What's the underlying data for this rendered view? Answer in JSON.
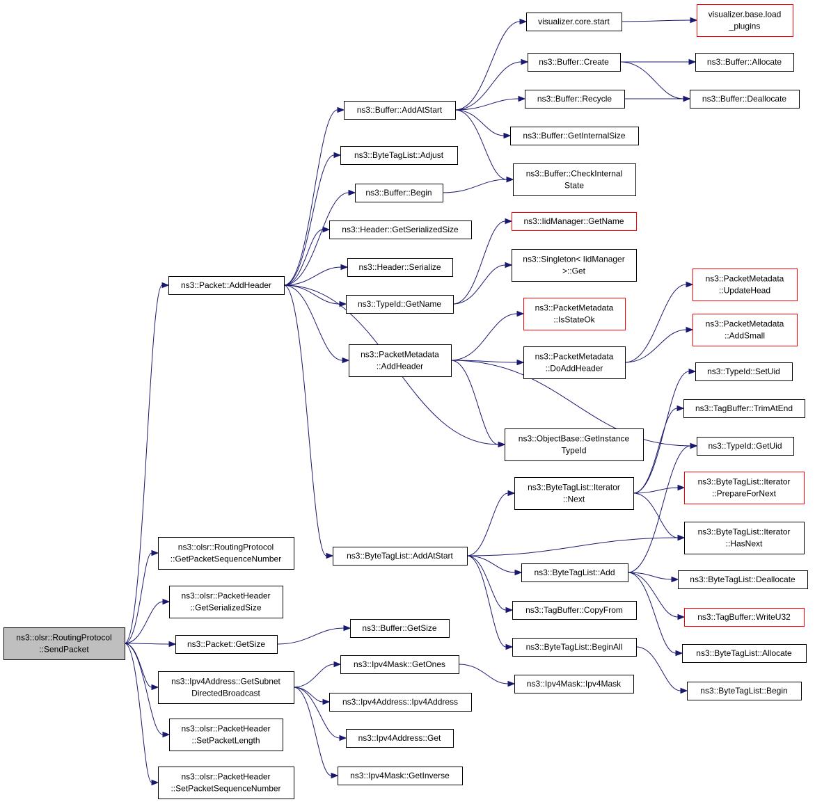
{
  "diagram": {
    "type": "call-graph",
    "colors": {
      "edge": "#191970",
      "root_fill": "#bfbfbf",
      "external_border": "#ff0000",
      "node_border": "#000000"
    },
    "nodes": [
      {
        "id": "sendpacket",
        "lines": [
          "ns3::olsr::RoutingProtocol",
          "::SendPacket"
        ],
        "style": "root"
      },
      {
        "id": "addheader",
        "lines": [
          "ns3::Packet::AddHeader"
        ]
      },
      {
        "id": "getpktseq",
        "lines": [
          "ns3::olsr::RoutingProtocol",
          "::GetPacketSequenceNumber"
        ]
      },
      {
        "id": "ph_getser",
        "lines": [
          "ns3::olsr::PacketHeader",
          "::GetSerializedSize"
        ]
      },
      {
        "id": "pkt_getsize",
        "lines": [
          "ns3::Packet::GetSize"
        ]
      },
      {
        "id": "getsubnet",
        "lines": [
          "ns3::Ipv4Address::GetSubnet",
          "DirectedBroadcast"
        ]
      },
      {
        "id": "setpktlen",
        "lines": [
          "ns3::olsr::PacketHeader",
          "::SetPacketLength"
        ]
      },
      {
        "id": "setpktseq",
        "lines": [
          "ns3::olsr::PacketHeader",
          "::SetPacketSequenceNumber"
        ]
      },
      {
        "id": "buf_addatstart",
        "lines": [
          "ns3::Buffer::AddAtStart"
        ]
      },
      {
        "id": "btl_adjust",
        "lines": [
          "ns3::ByteTagList::Adjust"
        ]
      },
      {
        "id": "buf_begin",
        "lines": [
          "ns3::Buffer::Begin"
        ]
      },
      {
        "id": "hdr_getser",
        "lines": [
          "ns3::Header::GetSerializedSize"
        ]
      },
      {
        "id": "hdr_serialize",
        "lines": [
          "ns3::Header::Serialize"
        ]
      },
      {
        "id": "typeid_getname",
        "lines": [
          "ns3::TypeId::GetName"
        ]
      },
      {
        "id": "pm_addheader",
        "lines": [
          "ns3::PacketMetadata",
          "::AddHeader"
        ]
      },
      {
        "id": "btl_addatstart",
        "lines": [
          "ns3::ByteTagList::AddAtStart"
        ]
      },
      {
        "id": "buf_getsize",
        "lines": [
          "ns3::Buffer::GetSize"
        ]
      },
      {
        "id": "mask_getones",
        "lines": [
          "ns3::Ipv4Mask::GetOnes"
        ]
      },
      {
        "id": "ipv4addr_ctor",
        "lines": [
          "ns3::Ipv4Address::Ipv4Address"
        ]
      },
      {
        "id": "ipv4addr_get",
        "lines": [
          "ns3::Ipv4Address::Get"
        ]
      },
      {
        "id": "mask_getinverse",
        "lines": [
          "ns3::Ipv4Mask::GetInverse"
        ]
      },
      {
        "id": "viz_start",
        "lines": [
          "visualizer.core.start"
        ]
      },
      {
        "id": "buf_create",
        "lines": [
          "ns3::Buffer::Create"
        ]
      },
      {
        "id": "buf_recycle",
        "lines": [
          "ns3::Buffer::Recycle"
        ]
      },
      {
        "id": "buf_getinternal",
        "lines": [
          "ns3::Buffer::GetInternalSize"
        ]
      },
      {
        "id": "buf_checkinternal",
        "lines": [
          "ns3::Buffer::CheckInternal",
          "State"
        ]
      },
      {
        "id": "iid_getname",
        "lines": [
          "ns3::IidManager::GetName"
        ],
        "style": "external"
      },
      {
        "id": "singleton_get",
        "lines": [
          "ns3::Singleton< IidManager",
          ">::Get"
        ]
      },
      {
        "id": "pm_isstateok",
        "lines": [
          "ns3::PacketMetadata",
          "::IsStateOk"
        ],
        "style": "external"
      },
      {
        "id": "pm_doaddheader",
        "lines": [
          "ns3::PacketMetadata",
          "::DoAddHeader"
        ]
      },
      {
        "id": "ob_getinstance",
        "lines": [
          "ns3::ObjectBase::GetInstance",
          "TypeId"
        ]
      },
      {
        "id": "btl_iter_next",
        "lines": [
          "ns3::ByteTagList::Iterator",
          "::Next"
        ]
      },
      {
        "id": "btl_add",
        "lines": [
          "ns3::ByteTagList::Add"
        ]
      },
      {
        "id": "tb_copyfrom",
        "lines": [
          "ns3::TagBuffer::CopyFrom"
        ]
      },
      {
        "id": "btl_beginall",
        "lines": [
          "ns3::ByteTagList::BeginAll"
        ]
      },
      {
        "id": "mask_ctor",
        "lines": [
          "ns3::Ipv4Mask::Ipv4Mask"
        ]
      },
      {
        "id": "viz_loadplugins",
        "lines": [
          "visualizer.base.load",
          "_plugins"
        ],
        "style": "external"
      },
      {
        "id": "buf_allocate",
        "lines": [
          "ns3::Buffer::Allocate"
        ]
      },
      {
        "id": "buf_deallocate",
        "lines": [
          "ns3::Buffer::Deallocate"
        ]
      },
      {
        "id": "pm_updatehead",
        "lines": [
          "ns3::PacketMetadata",
          "::UpdateHead"
        ],
        "style": "external"
      },
      {
        "id": "pm_addsmall",
        "lines": [
          "ns3::PacketMetadata",
          "::AddSmall"
        ],
        "style": "external"
      },
      {
        "id": "typeid_setuid",
        "lines": [
          "ns3::TypeId::SetUid"
        ]
      },
      {
        "id": "tb_trimatend",
        "lines": [
          "ns3::TagBuffer::TrimAtEnd"
        ]
      },
      {
        "id": "typeid_getuid",
        "lines": [
          "ns3::TypeId::GetUid"
        ]
      },
      {
        "id": "btl_iter_prepare",
        "lines": [
          "ns3::ByteTagList::Iterator",
          "::PrepareForNext"
        ],
        "style": "external"
      },
      {
        "id": "btl_iter_hasnext",
        "lines": [
          "ns3::ByteTagList::Iterator",
          "::HasNext"
        ]
      },
      {
        "id": "btl_deallocate",
        "lines": [
          "ns3::ByteTagList::Deallocate"
        ]
      },
      {
        "id": "tb_writeu32",
        "lines": [
          "ns3::TagBuffer::WriteU32"
        ],
        "style": "external"
      },
      {
        "id": "btl_allocate",
        "lines": [
          "ns3::ByteTagList::Allocate"
        ]
      },
      {
        "id": "btl_begin",
        "lines": [
          "ns3::ByteTagList::Begin"
        ]
      }
    ],
    "edges": [
      [
        "sendpacket",
        "addheader"
      ],
      [
        "sendpacket",
        "getpktseq"
      ],
      [
        "sendpacket",
        "ph_getser"
      ],
      [
        "sendpacket",
        "pkt_getsize"
      ],
      [
        "sendpacket",
        "getsubnet"
      ],
      [
        "sendpacket",
        "setpktlen"
      ],
      [
        "sendpacket",
        "setpktseq"
      ],
      [
        "addheader",
        "buf_addatstart"
      ],
      [
        "addheader",
        "btl_adjust"
      ],
      [
        "addheader",
        "buf_begin"
      ],
      [
        "addheader",
        "hdr_getser"
      ],
      [
        "addheader",
        "hdr_serialize"
      ],
      [
        "addheader",
        "typeid_getname"
      ],
      [
        "addheader",
        "pm_addheader"
      ],
      [
        "addheader",
        "ob_getinstance"
      ],
      [
        "addheader",
        "btl_addatstart"
      ],
      [
        "buf_addatstart",
        "viz_start"
      ],
      [
        "buf_addatstart",
        "buf_create"
      ],
      [
        "buf_addatstart",
        "buf_recycle"
      ],
      [
        "buf_addatstart",
        "buf_getinternal"
      ],
      [
        "buf_addatstart",
        "buf_checkinternal"
      ],
      [
        "buf_begin",
        "buf_checkinternal"
      ],
      [
        "typeid_getname",
        "iid_getname"
      ],
      [
        "typeid_getname",
        "singleton_get"
      ],
      [
        "pm_addheader",
        "pm_isstateok"
      ],
      [
        "pm_addheader",
        "pm_doaddheader"
      ],
      [
        "pm_addheader",
        "ob_getinstance"
      ],
      [
        "pm_addheader",
        "typeid_getuid"
      ],
      [
        "pm_doaddheader",
        "pm_updatehead"
      ],
      [
        "pm_doaddheader",
        "pm_addsmall"
      ],
      [
        "viz_start",
        "viz_loadplugins"
      ],
      [
        "buf_create",
        "buf_allocate"
      ],
      [
        "buf_create",
        "buf_deallocate"
      ],
      [
        "buf_recycle",
        "buf_deallocate"
      ],
      [
        "btl_addatstart",
        "btl_iter_next"
      ],
      [
        "btl_addatstart",
        "btl_iter_hasnext"
      ],
      [
        "btl_addatstart",
        "btl_add"
      ],
      [
        "btl_addatstart",
        "tb_copyfrom"
      ],
      [
        "btl_addatstart",
        "btl_beginall"
      ],
      [
        "btl_iter_next",
        "typeid_setuid"
      ],
      [
        "btl_iter_next",
        "tb_trimatend"
      ],
      [
        "btl_iter_next",
        "btl_iter_prepare"
      ],
      [
        "btl_iter_next",
        "btl_iter_hasnext"
      ],
      [
        "btl_add",
        "typeid_getuid"
      ],
      [
        "btl_add",
        "btl_deallocate"
      ],
      [
        "btl_add",
        "tb_writeu32"
      ],
      [
        "btl_add",
        "btl_allocate"
      ],
      [
        "btl_beginall",
        "btl_begin"
      ],
      [
        "pkt_getsize",
        "buf_getsize"
      ],
      [
        "getsubnet",
        "mask_getones"
      ],
      [
        "getsubnet",
        "ipv4addr_ctor"
      ],
      [
        "getsubnet",
        "ipv4addr_get"
      ],
      [
        "getsubnet",
        "mask_getinverse"
      ],
      [
        "mask_getones",
        "mask_ctor"
      ]
    ]
  }
}
